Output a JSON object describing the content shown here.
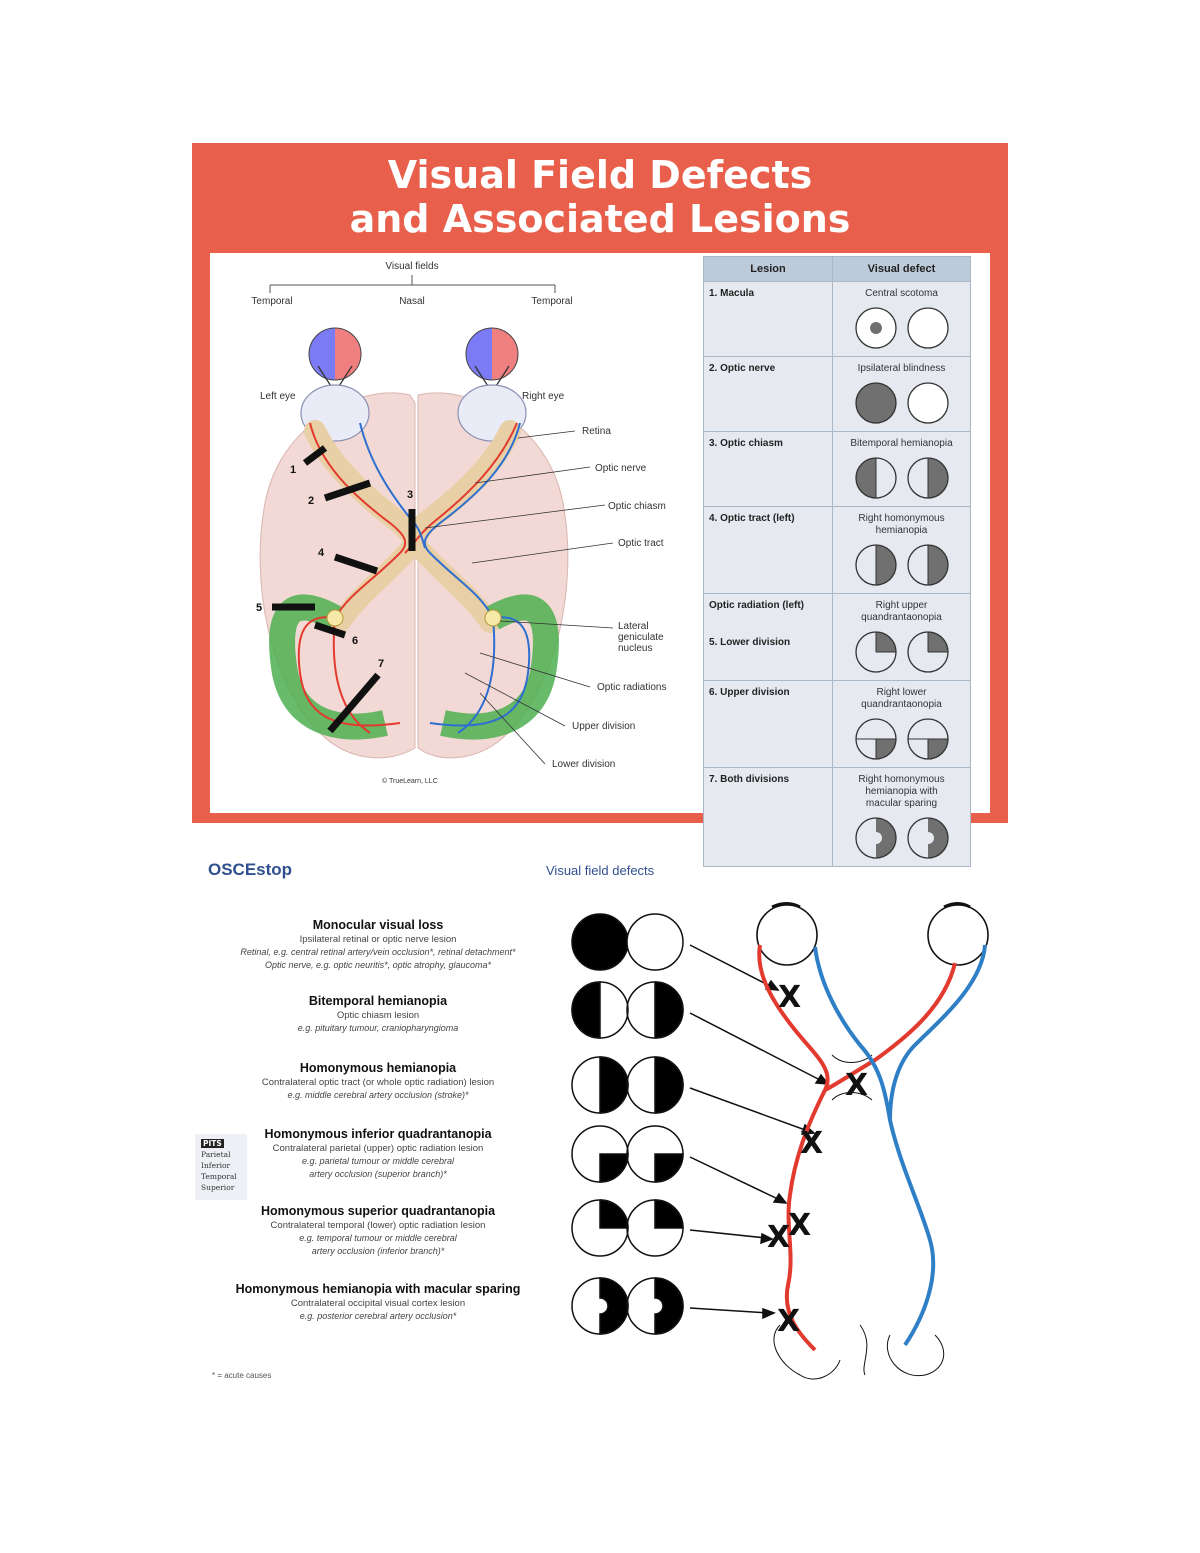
{
  "poster": {
    "title_line1": "Visual Field Defects",
    "title_line2": "and Associated Lesions",
    "diagram_labels": {
      "visual_fields": "Visual fields",
      "temporal_left": "Temporal",
      "nasal": "Nasal",
      "temporal_right": "Temporal",
      "left_eye": "Left eye",
      "right_eye": "Right eye",
      "retina": "Retina",
      "optic_nerve": "Optic nerve",
      "optic_chiasm": "Optic chiasm",
      "optic_tract": "Optic tract",
      "lgn_line1": "Lateral",
      "lgn_line2": "geniculate",
      "lgn_line3": "nucleus",
      "optic_radiations": "Optic radiations",
      "upper_division": "Upper division",
      "lower_division": "Lower division",
      "copyright": "© TrueLearn, LLC"
    },
    "lesion_numbers": [
      "1",
      "2",
      "3",
      "4",
      "5",
      "6",
      "7"
    ],
    "table": {
      "col_lesion": "Lesion",
      "col_defect": "Visual defect",
      "rows": [
        {
          "lesion": "1. Macula",
          "defect_lines": [
            "Central scotoma"
          ],
          "pattern": "scotoma"
        },
        {
          "lesion": "2. Optic nerve",
          "defect_lines": [
            "Ipsilateral blindness"
          ],
          "pattern": "left_blind"
        },
        {
          "lesion": "3. Optic chiasm",
          "defect_lines": [
            "Bitemporal hemianopia"
          ],
          "pattern": "bitemporal"
        },
        {
          "lesion": "4. Optic tract (left)",
          "defect_lines": [
            "Right homonymous",
            "hemianopia"
          ],
          "pattern": "right_hom"
        },
        {
          "lesion": "Optic radiation (left)",
          "lesion2": "5. Lower division",
          "defect_lines": [
            "Right upper",
            "quandrantaonopia"
          ],
          "pattern": "right_upper"
        },
        {
          "lesion": "6. Upper division",
          "defect_lines": [
            "Right lower",
            "quandrantaonopia"
          ],
          "pattern": "right_lower"
        },
        {
          "lesion": "7. Both divisions",
          "defect_lines": [
            "Right homonymous",
            "hemianopia with",
            "macular sparing"
          ],
          "pattern": "macular_sparing"
        }
      ]
    }
  },
  "osce": {
    "logo": "OSCEstop",
    "heading": "Visual field defects",
    "defects": [
      {
        "title": "Monocular visual loss",
        "sub": "Ipsilateral retinal or optic nerve lesion",
        "eg": [
          "Retinal, e.g. central retinal artery/vein occlusion*, retinal detachment*",
          "Optic nerve, e.g. optic neuritis*, optic atrophy, glaucoma*"
        ]
      },
      {
        "title": "Bitemporal hemianopia",
        "sub": "Optic chiasm lesion",
        "eg": [
          "e.g. pituitary tumour, craniopharyngioma"
        ]
      },
      {
        "title": "Homonymous hemianopia",
        "sub": "Contralateral optic tract (or whole optic radiation) lesion",
        "eg": [
          "e.g. middle cerebral artery occlusion (stroke)*"
        ]
      },
      {
        "title": "Homonymous inferior quadrantanopia",
        "sub": "Contralateral parietal (upper) optic radiation lesion",
        "eg": [
          "e.g. parietal tumour or middle cerebral",
          "artery occlusion (superior branch)*"
        ]
      },
      {
        "title": "Homonymous superior quadrantanopia",
        "sub": "Contralateral temporal (lower) optic radiation lesion",
        "eg": [
          "e.g. temporal tumour or middle cerebral",
          "artery occlusion (inferior branch)*"
        ]
      },
      {
        "title": "Homonymous hemianopia with macular sparing",
        "sub": "Contralateral occipital visual cortex lesion",
        "eg": [
          "e.g. posterior cerebral artery occlusion*"
        ]
      }
    ],
    "pits": {
      "badge": "PITS",
      "lines": [
        "Parietal",
        "Inferior",
        "Temporal",
        "Superior"
      ]
    },
    "footnote": "* = acute causes",
    "lesion_mark": "X"
  },
  "colors": {
    "poster_bg": "#e8604c",
    "temporal_blue": "#7b7bf5",
    "nasal_red": "#f08080",
    "pathway_red": "#e23a2e",
    "pathway_blue": "#2f6fd0",
    "radiation_green": "#4caf50",
    "table_header": "#bccad9",
    "field_grey": "#707070"
  }
}
